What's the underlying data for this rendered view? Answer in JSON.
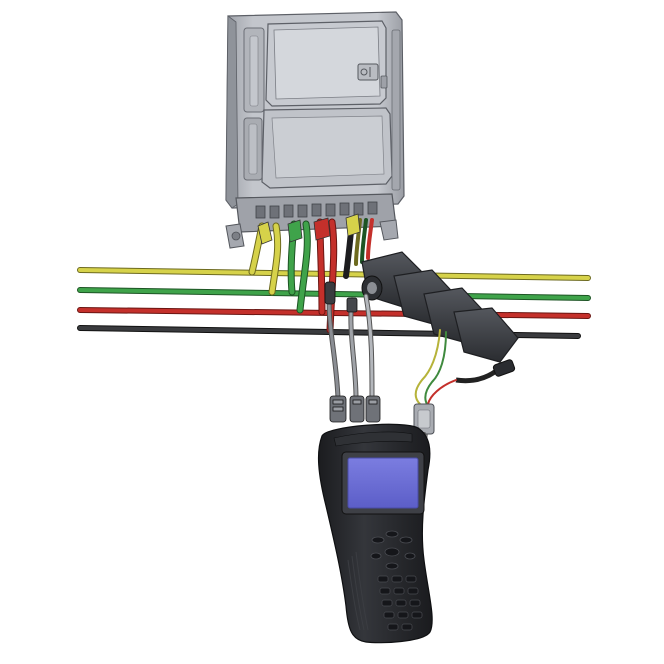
{
  "colors": {
    "background": "#ffffff",
    "meter_body": "#b9bcc2",
    "meter_dark": "#8d9097",
    "wire_yellow": "#d6d24a",
    "wire_green": "#3fa34a",
    "wire_red": "#c4302b",
    "wire_black": "#2b2b2d",
    "clamp_body": "#3b3d42",
    "device_body": "#26282c",
    "screen": "#6f6fd6",
    "screen_frame": "#8a8ccf"
  },
  "components": [
    {
      "id": "energy-meter",
      "icon": "electricity-meter-icon"
    },
    {
      "id": "phase-lines",
      "icon": "power-lines-icon"
    },
    {
      "id": "current-clamps",
      "icon": "current-clamp-icon"
    },
    {
      "id": "test-leads",
      "icon": "cable-icon"
    },
    {
      "id": "handheld-tester",
      "icon": "handheld-device-icon"
    }
  ]
}
